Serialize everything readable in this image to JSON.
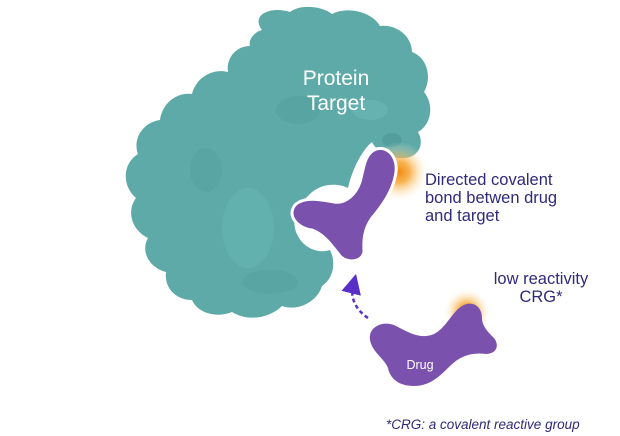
{
  "protein": {
    "label_line1": "Protein",
    "label_line2": "Target",
    "color": "#5eaaa8"
  },
  "bonded_drug": {
    "color": "#7a52ad"
  },
  "bond_annotation": {
    "text": "Directed covalent bond betwen drug and target"
  },
  "crg_annotation": {
    "line1": "low reactivity",
    "line2": "CRG*"
  },
  "free_drug": {
    "label": "Drug",
    "color": "#7a52ad"
  },
  "reactive_glow": {
    "color": "#f59b1f"
  },
  "footnote": {
    "text": "*CRG: a covalent reactive group"
  },
  "text_color": "#2f2a7a"
}
